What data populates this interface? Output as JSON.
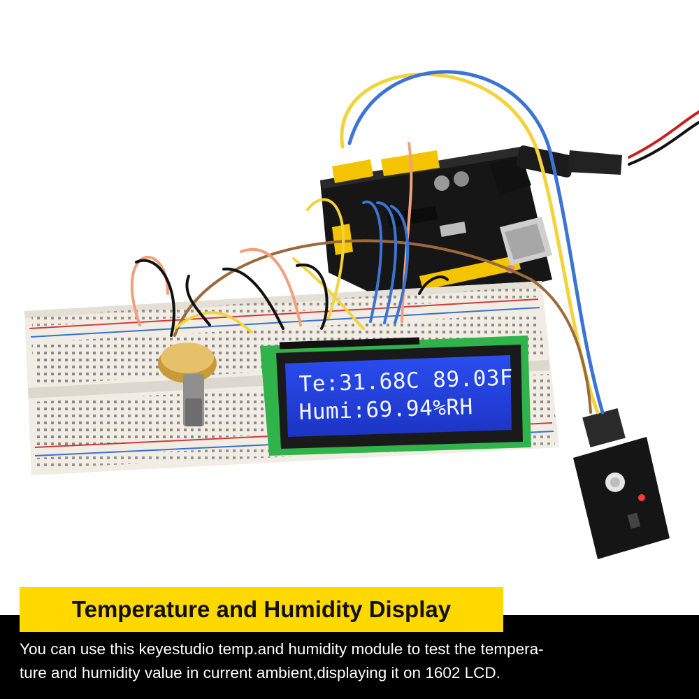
{
  "lcd": {
    "line1": "Te:31.68C 89.03F",
    "line2": "Humi:69.94%RH"
  },
  "caption": {
    "title": "Temperature and Humidity Display",
    "body_line1": "You can use this keyestudio temp.and humidity module to test the tempera-",
    "body_line2": "ture and humidity value in current ambient,displaying it on 1602 LCD."
  },
  "colors": {
    "title_bg": "#ffd800",
    "caption_bg": "#000000",
    "lcd_bg": "#1f3fd8",
    "lcd_pcb": "#2fb34a",
    "board": "#1a1a1a",
    "header_yellow": "#f5c400"
  }
}
